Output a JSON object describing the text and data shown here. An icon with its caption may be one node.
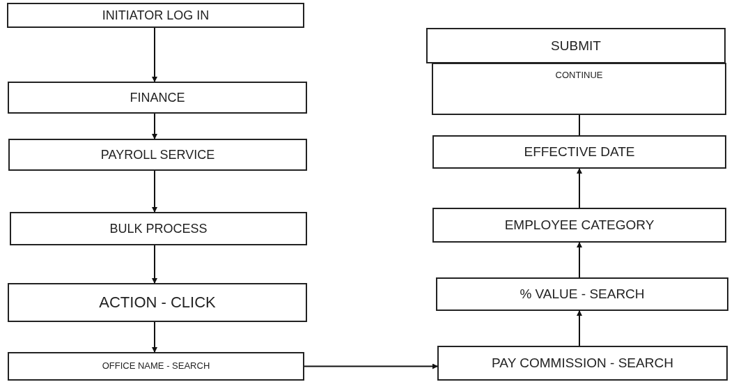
{
  "diagram": {
    "nodes": [
      {
        "text": [
          "INITIATOR LOG IN"
        ]
      },
      {
        "text": [
          "FINANCE"
        ]
      },
      {
        "text": [
          "PAYROLL SERVICE"
        ]
      },
      {
        "text": [
          "BULK PROCESS"
        ]
      },
      {
        "text": [
          "ACTION - CLICK"
        ]
      },
      {
        "text": [
          "OFFICE NAME - SEARCH"
        ]
      },
      {
        "text": [
          "SUBMIT"
        ]
      },
      {
        "text": [
          "CONTINUE"
        ]
      },
      {
        "text": [
          "EFFECTIVE DATE"
        ]
      },
      {
        "text": [
          "EMPLOYEE CATEGORY"
        ]
      },
      {
        "text": [
          "% VALUE - SEARCH"
        ]
      },
      {
        "text": [
          "PAY COMMISSION - SEARCH"
        ]
      }
    ],
    "edges": [
      {
        "from": 0,
        "to": 1,
        "arrow": "to"
      },
      {
        "from": 1,
        "to": 2,
        "arrow": "to"
      },
      {
        "from": 2,
        "to": 3,
        "arrow": "to"
      },
      {
        "from": 3,
        "to": 4,
        "arrow": "to"
      },
      {
        "from": 4,
        "to": 5,
        "arrow": "to"
      },
      {
        "from": 5,
        "to": 11,
        "arrow": "to"
      },
      {
        "from": 11,
        "to": 10,
        "arrow": "to"
      },
      {
        "from": 10,
        "to": 9,
        "arrow": "to"
      },
      {
        "from": 9,
        "to": 8,
        "arrow": "to"
      },
      {
        "from": 8,
        "to": 7,
        "arrow": "none"
      }
    ]
  }
}
